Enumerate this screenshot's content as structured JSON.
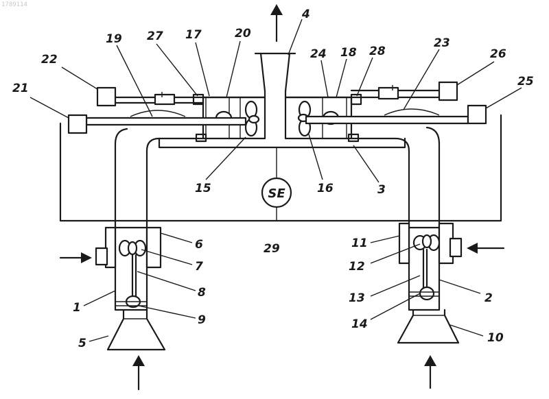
{
  "corner_code": "1789114",
  "center_label": "SE",
  "labels": {
    "n1": "1",
    "n2": "2",
    "n3": "3",
    "n4": "4",
    "n5": "5",
    "n6": "6",
    "n7": "7",
    "n8": "8",
    "n9": "9",
    "n10": "10",
    "n11": "11",
    "n12": "12",
    "n13": "13",
    "n14": "14",
    "n15": "15",
    "n16": "16",
    "n17": "17",
    "n18": "18",
    "n19": "19",
    "n20": "20",
    "n21": "21",
    "n22": "22",
    "n23": "23",
    "n24": "24",
    "n25": "25",
    "n26": "26",
    "n27": "27",
    "n28": "28",
    "n29": "29"
  }
}
